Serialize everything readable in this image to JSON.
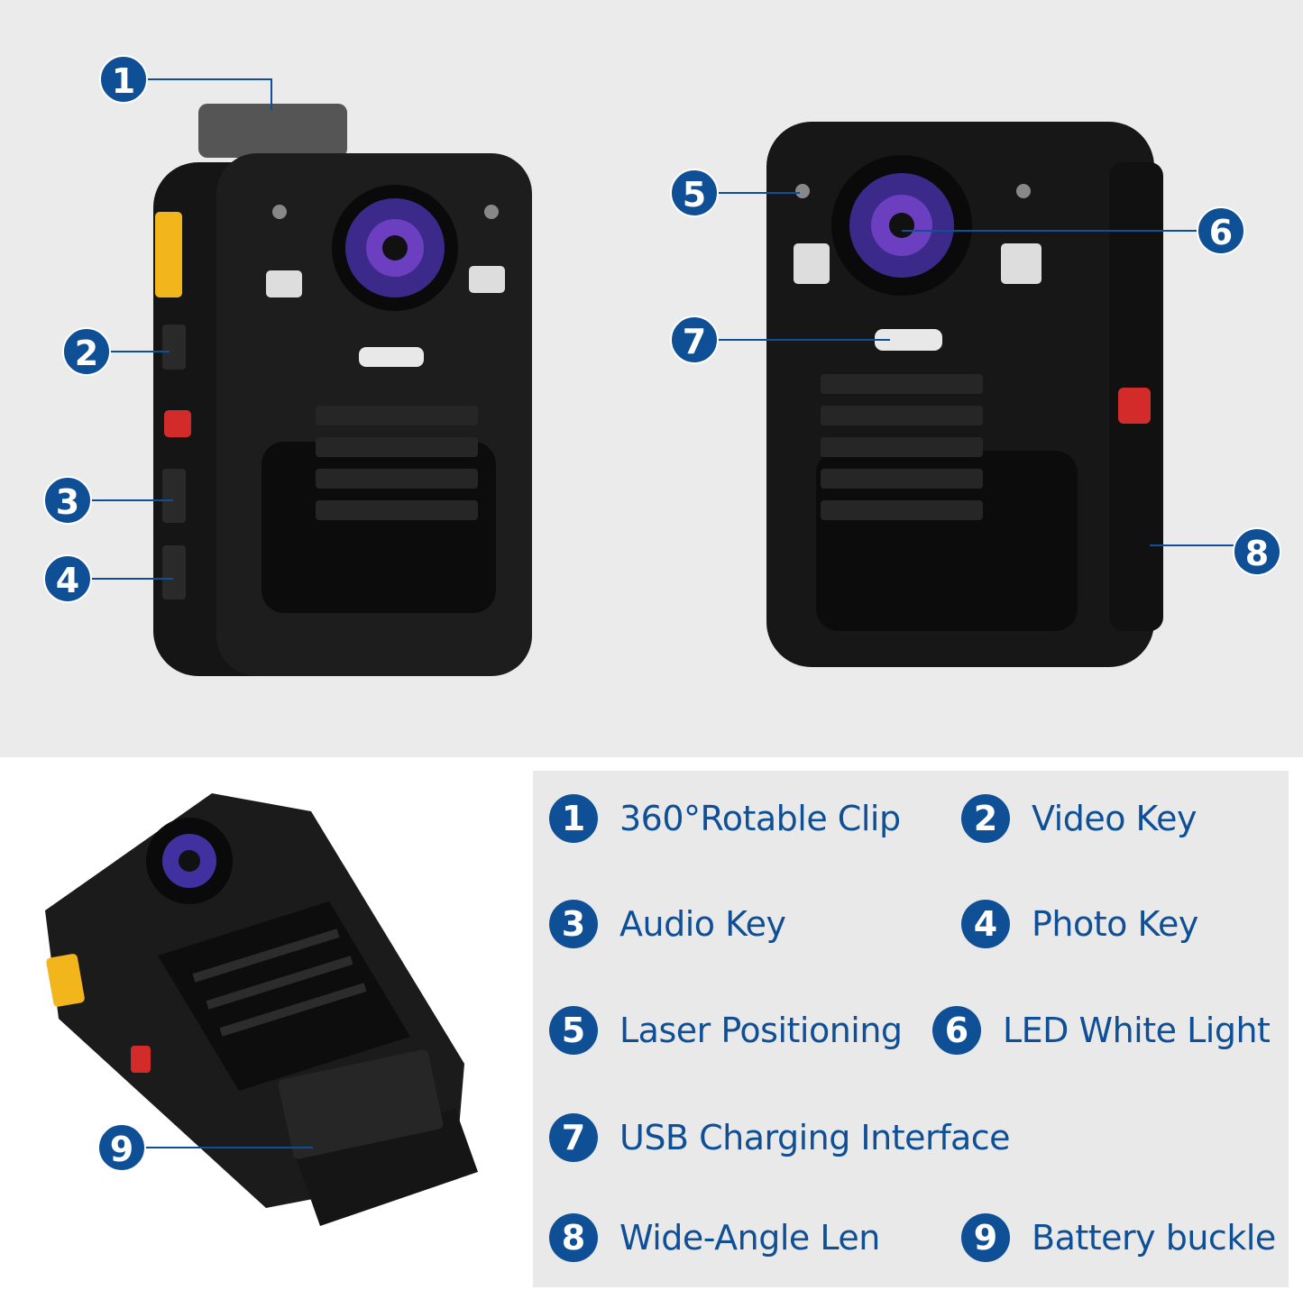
{
  "colors": {
    "accent": "#0f4f96",
    "background": "#ebebeb",
    "panel": "#e9e9e9"
  },
  "callouts": [
    "1",
    "2",
    "3",
    "4",
    "5",
    "6",
    "7",
    "8",
    "9"
  ],
  "legend": [
    {
      "num": "1",
      "label": "360°Rotable Clip"
    },
    {
      "num": "2",
      "label": "Video Key"
    },
    {
      "num": "3",
      "label": "Audio Key"
    },
    {
      "num": "4",
      "label": "Photo Key"
    },
    {
      "num": "5",
      "label": "Laser Positioning"
    },
    {
      "num": "6",
      "label": "LED White Light"
    },
    {
      "num": "7",
      "label": "USB Charging Interface"
    },
    {
      "num": "8",
      "label": "Wide-Angle Len"
    },
    {
      "num": "9",
      "label": "Battery buckle"
    }
  ]
}
